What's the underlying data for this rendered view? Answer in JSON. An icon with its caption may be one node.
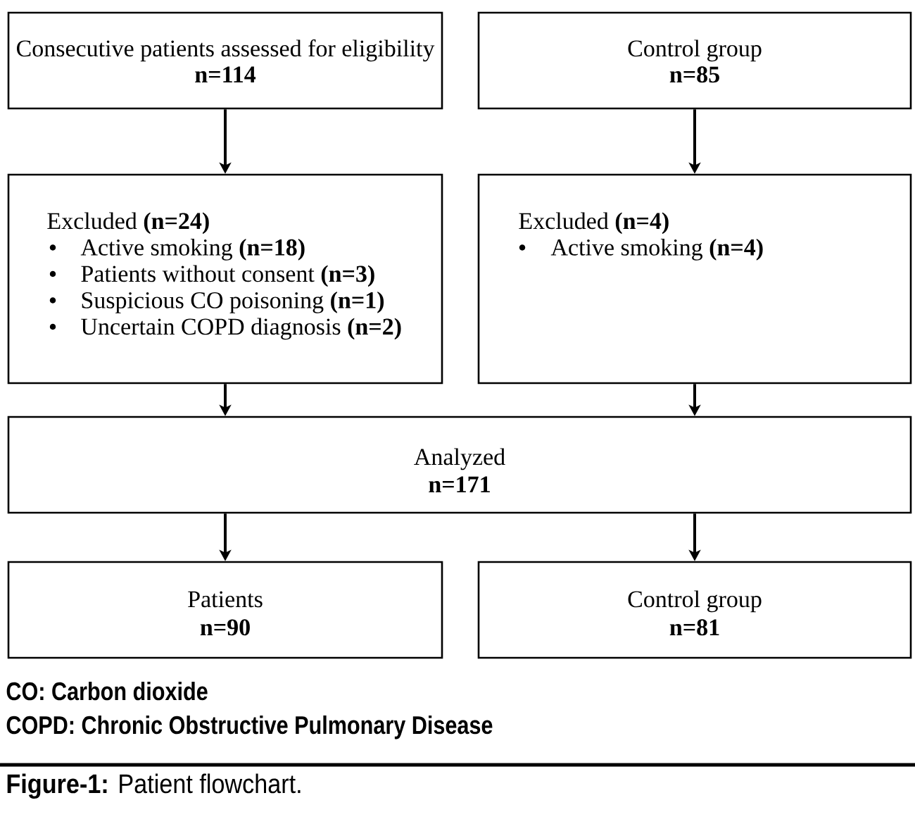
{
  "diagram": {
    "caption": "**Figure-1:** Patient flowchart.",
    "nodes": [
      {
        "text": [
          "Consecutive patients assessed for eligibility",
          "n=114"
        ]
      },
      {
        "text": [
          "Control group",
          "n=85"
        ]
      },
      {
        "text": [
          "Excluded **(n=24)**",
          "Active smoking **(n=18)**",
          "Patients without consent **(n=3)**",
          "Suspicious CO poisoning **(n=1)**",
          "Uncertain COPD diagnosis **(n=2)**"
        ]
      },
      {
        "text": [
          "Excluded **(n=4)**",
          "Active smoking **(n=4)**"
        ]
      },
      {
        "text": [
          "Analyzed",
          "n=171"
        ]
      },
      {
        "text": [
          "Patients",
          "n=90"
        ]
      },
      {
        "text": [
          "Control group",
          "n=81"
        ]
      }
    ],
    "edges": [
      {
        "from": 0,
        "to": 2,
        "arrow": "to"
      },
      {
        "from": 1,
        "to": 3,
        "arrow": "to"
      },
      {
        "from": 2,
        "to": 4,
        "arrow": "to"
      },
      {
        "from": 3,
        "to": 4,
        "arrow": "to"
      },
      {
        "from": 4,
        "to": 5,
        "arrow": "to"
      },
      {
        "from": 4,
        "to": 6,
        "arrow": "to"
      }
    ],
    "labels": [
      "CO: Carbon dioxide",
      "COPD: Chronic Obstructive Pulmonary Disease"
    ]
  }
}
